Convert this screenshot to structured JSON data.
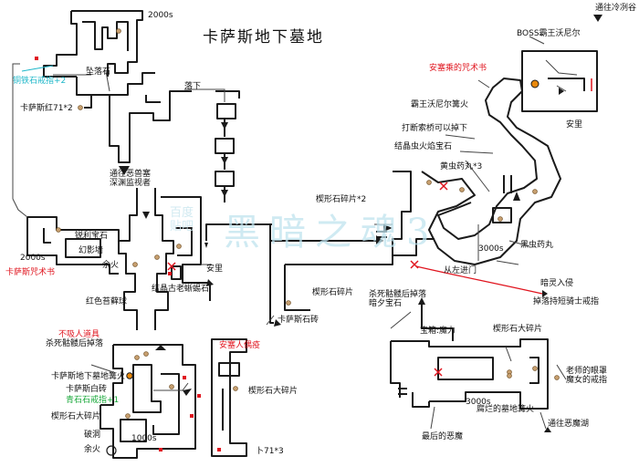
{
  "title": "卡萨斯地下墓地",
  "watermark": "黑暗之魂3",
  "watermark_small": [
    "百度",
    "贴吧"
  ],
  "colors": {
    "wall": "#1a1a1a",
    "red_text": "#e0141e",
    "cyan_text": "#1fb7c9",
    "green_text": "#19a83a",
    "item_dot": "#c8a070",
    "red_marker": "#e0141e"
  },
  "labels": {
    "souls_2000_top": "2000s",
    "fallen_stone": "坠落石",
    "ring_strength": "铜铁石戒指+2",
    "kasus_71x2": "卡萨斯红71*2",
    "drop_down": "落下",
    "to_abyss": "通往恶兽塞\n深渊监视者",
    "souls_2000_left": "2000s",
    "kasus_ring": "卡萨斯咒术书",
    "tracking_stone": "锐利宝石",
    "phantom_wall": "幻影墙",
    "bonfire_left": "余火",
    "red_stone_elixir": "红色苔藓球",
    "ancient_dragon_stone": "结晶古老蜥蜴石",
    "safe": "安里",
    "lift_note": "不吸人道具",
    "skeleton_drop": "杀死骷髅后掉落",
    "catacomb_bonfire": "卡萨斯地下墓地篝火",
    "kasus_white": "卡萨斯白砖",
    "green_ring": "青石石戒指+1",
    "titanite_chunk": "楔形石大碎片",
    "fall_hole": "破洞",
    "bonfire_bottom": "余火",
    "souls_1000": "1000s",
    "pathway_red": "安塞人偶疫",
    "titanite_chunk2": "楔形石大碎片",
    "shard_71x3": "卜71*3",
    "titanite_shard2": "楔形石碎片*2",
    "titanite_shard": "楔形石碎片",
    "skeleton_drop2": "杀死骷髅后掉落\n暗夕宝石",
    "kasus_clock": "卡萨斯石砖",
    "boss_label": "BOSS霸王沃尼尔",
    "to_smoldering": "通往冷冽谷",
    "pyromancer_note": "安塞乘的咒术书",
    "wolnir_bonfire": "霸王沃尼尔篝火",
    "bridge_note": "打断索桥可以掉下",
    "yellow_bug_pellet": "结晶虫火焰宝石",
    "yellow_pill": "黄虫药丸*3",
    "black_pill": "黑虫药丸",
    "souls_3000_right": "3000s",
    "from_here_door": "从左进门",
    "dark_entry": "暗灵入侵",
    "kill_dark_knight": "掉落持短骑士戒指",
    "safe_right": "安里",
    "treasure_top": "宝箱:魔力",
    "titanite_chunk3": "楔形石大碎片",
    "teacher_ring": "老师的眼罩\n魔女的戒指",
    "souls_3000_bottom": "3000s",
    "last_demon": "腐烂的墓地篝火",
    "first_monster": "最后的恶魔",
    "to_demon_ruins": "通往恶魔湖"
  }
}
